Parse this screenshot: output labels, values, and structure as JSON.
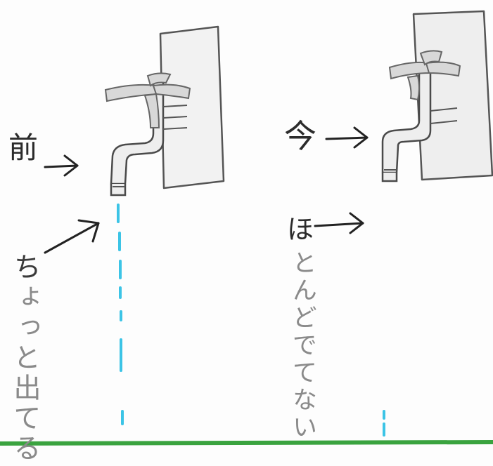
{
  "drawing": {
    "left_panel": {
      "label": "前",
      "vertical_text_first": "ち",
      "vertical_text_rest": "ょっと出てる"
    },
    "right_panel": {
      "label": "今",
      "second_label": "ほ",
      "vertical_text": "とんどでてない"
    }
  },
  "colors": {
    "pencil_dark": "#2b2b2b",
    "pencil_light": "#9a9a9a",
    "water_blue": "#3cc4e6",
    "ground_green": "#3aa33f"
  }
}
